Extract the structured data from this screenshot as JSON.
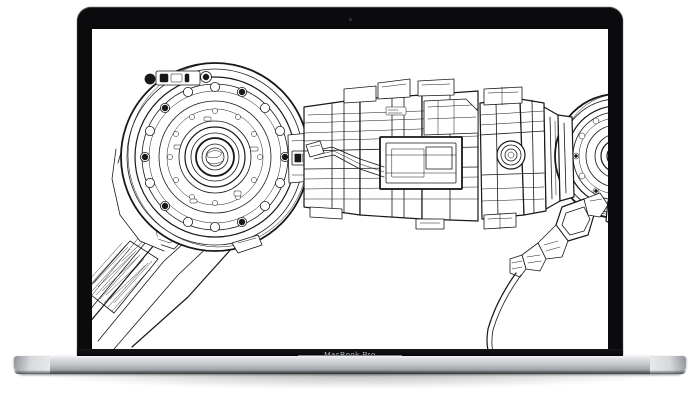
{
  "device": {
    "type": "laptop-mockup",
    "model_label": "MacBook Pro",
    "bezel_color": "#0b0b0d",
    "base_color": "#c8cbcf",
    "screen_background": "#ffffff"
  },
  "screen": {
    "content_type": "technical-line-drawing",
    "subject": "industrial robotic arm",
    "line_color": "#16181a",
    "background": "#ffffff",
    "components": [
      {
        "name": "base-rotary-joint-flange",
        "description": "large circular bolted flange with 16 bolt holes and central bearing hub"
      },
      {
        "name": "lower-arm-link",
        "description": "angled link segment exiting lower-left with ribbed panel"
      },
      {
        "name": "upper-arm-housing",
        "description": "rectangular extruded arm body with access panels"
      },
      {
        "name": "access-panel-window",
        "description": "recessed rectangular inspection window on arm body"
      },
      {
        "name": "wrist-gearbox",
        "description": "mid gearbox block with circular port"
      },
      {
        "name": "wrist-rotary-joint",
        "description": "second circular bolted flange forming the wrist"
      },
      {
        "name": "gripper-finger-left",
        "description": "short articulated gripper finger"
      },
      {
        "name": "gripper-finger-right",
        "description": "long articulated gripper finger with knuckle joints"
      },
      {
        "name": "end-effector-roller",
        "description": "circular roller end effector at finger tip"
      },
      {
        "name": "hydraulic-hose",
        "description": "free-hanging curved hose/cable"
      }
    ]
  },
  "camera": {
    "label": "webcam-indicator"
  }
}
